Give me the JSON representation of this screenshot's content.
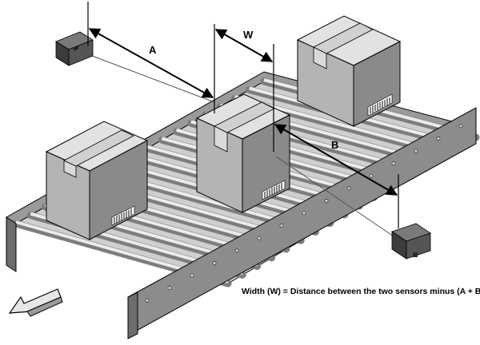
{
  "labels": {
    "a": "A",
    "w": "W",
    "b": "B"
  },
  "caption": "Width (W) = Distance between the two sensors minus (A + B)",
  "colors": {
    "belt_top": "#c8c8c8",
    "belt_side": "#8c8c8c",
    "roller": "#d6d6d6",
    "box_top": "#e2e2e2",
    "box_front": "#b4b4b4",
    "box_side": "#7a7a7a",
    "tape": "#d8d8d8",
    "sensor": "#505050",
    "line": "#000000"
  }
}
